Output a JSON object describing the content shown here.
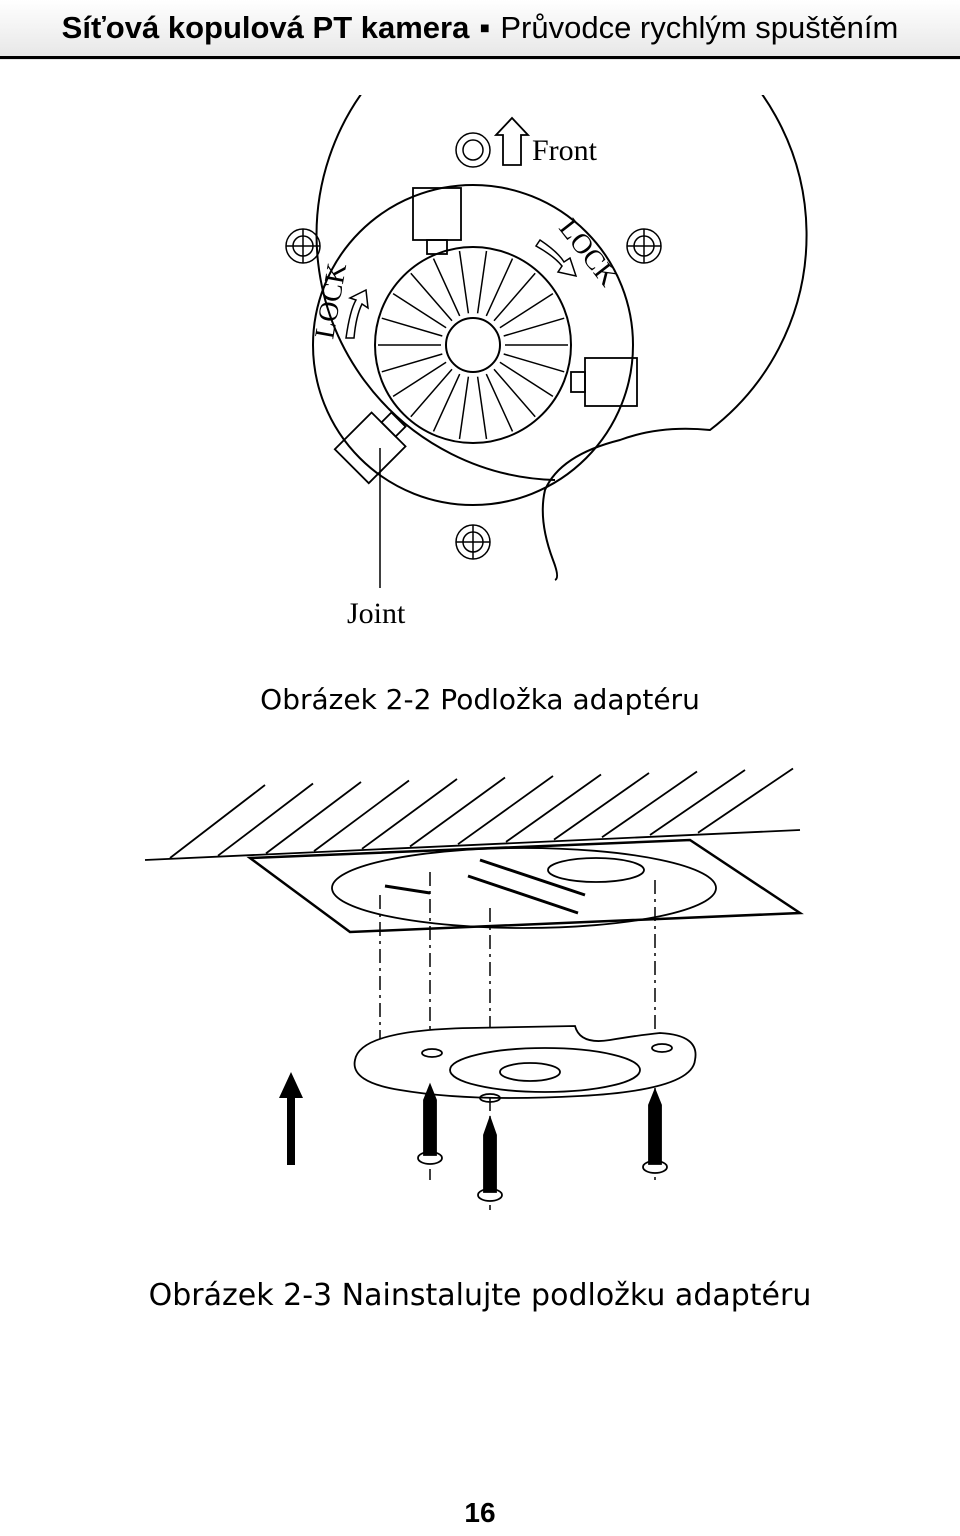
{
  "header": {
    "title_bold": "Síťová kopulová PT kamera",
    "separator": "▪",
    "title_rest": "Průvodce rychlým spuštěním"
  },
  "figure1": {
    "label_front": "Front",
    "label_lock_left": "LOCK",
    "label_lock_right": "LOCK",
    "label_joint": "Joint",
    "caption": "Obrázek 2-2 Podložka adaptéru"
  },
  "figure2": {
    "caption": "Obrázek 2-3 Nainstalujte podložku adaptéru"
  },
  "page_number": "16"
}
